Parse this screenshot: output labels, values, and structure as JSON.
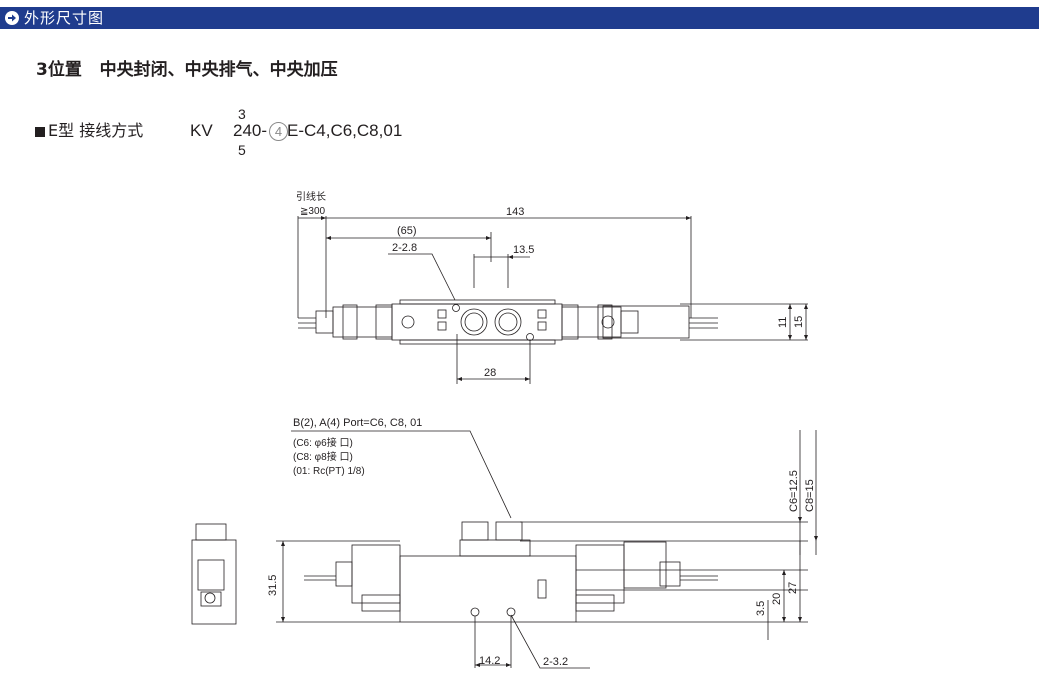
{
  "header": {
    "title": "外形尺寸图"
  },
  "subtitle": "3位置   中央封闭、中央排气、中央加压",
  "model_line": {
    "prefix": "E型 接线方式",
    "kv": "KV",
    "number": "240-",
    "sup": "3",
    "sub": "5",
    "circled": "4",
    "suffix": "E-C4,C6,C8,01"
  },
  "top_view": {
    "lead_label": "引线长",
    "lead_value": "≧300",
    "overall_length": "143",
    "pitch_center": "(65)",
    "hole_label": "2-2.8",
    "port_offset": "13.5",
    "port_pitch": "28",
    "height_inner": "11",
    "height_outer": "15"
  },
  "port_note": {
    "title": "B(2), A(4) Port=C6, C8, 01",
    "lines": [
      "(C6: φ6接 口)",
      "(C8: φ8接 口)",
      "(01: Rc(PT)  1/8)"
    ]
  },
  "side_view": {
    "dim_c6": "C6=12.5",
    "dim_c8": "C8=15",
    "body_height": "31.5",
    "dim_3_5": "3.5",
    "dim_20": "20",
    "dim_27": "27",
    "dim_14_2": "14.2",
    "hole_label_bottom": "2-3.2"
  }
}
